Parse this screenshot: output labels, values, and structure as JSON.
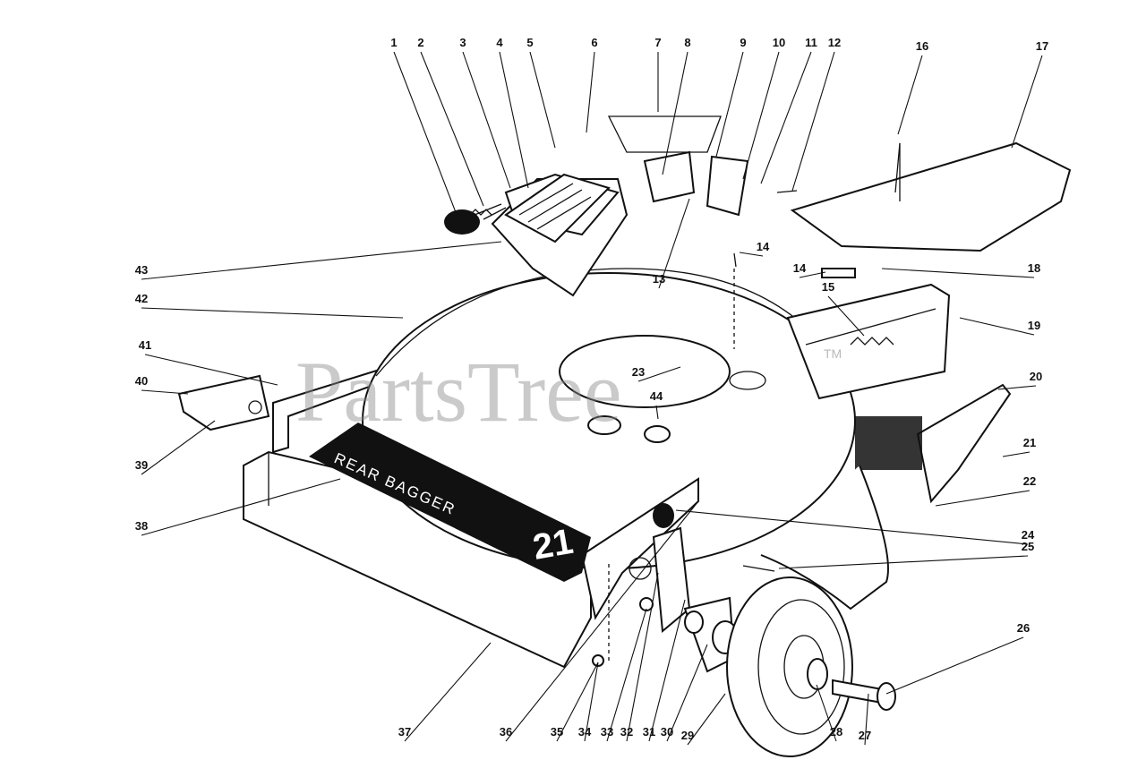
{
  "watermark": {
    "text": "PartsTree",
    "trademark": "TM"
  },
  "decal": {
    "line1": "REAR BAGGER",
    "model": "21"
  },
  "caption": "",
  "callouts": [
    {
      "label": "1"
    },
    {
      "label": "2"
    },
    {
      "label": "3"
    },
    {
      "label": "4"
    },
    {
      "label": "5"
    },
    {
      "label": "6"
    },
    {
      "label": "7"
    },
    {
      "label": "8"
    },
    {
      "label": "9"
    },
    {
      "label": "10"
    },
    {
      "label": "11"
    },
    {
      "label": "12"
    },
    {
      "label": "13"
    },
    {
      "label": "14"
    },
    {
      "label": "14"
    },
    {
      "label": "15"
    },
    {
      "label": "16"
    },
    {
      "label": "17"
    },
    {
      "label": "18"
    },
    {
      "label": "19"
    },
    {
      "label": "20"
    },
    {
      "label": "21"
    },
    {
      "label": "22"
    },
    {
      "label": "23"
    },
    {
      "label": "24"
    },
    {
      "label": "25"
    },
    {
      "label": "26"
    },
    {
      "label": "27"
    },
    {
      "label": "28"
    },
    {
      "label": "29"
    },
    {
      "label": "30"
    },
    {
      "label": "31"
    },
    {
      "label": "32"
    },
    {
      "label": "33"
    },
    {
      "label": "34"
    },
    {
      "label": "35"
    },
    {
      "label": "36"
    },
    {
      "label": "37"
    },
    {
      "label": "38"
    },
    {
      "label": "39"
    },
    {
      "label": "40"
    },
    {
      "label": "41"
    },
    {
      "label": "42"
    },
    {
      "label": "43"
    },
    {
      "label": "44"
    }
  ]
}
